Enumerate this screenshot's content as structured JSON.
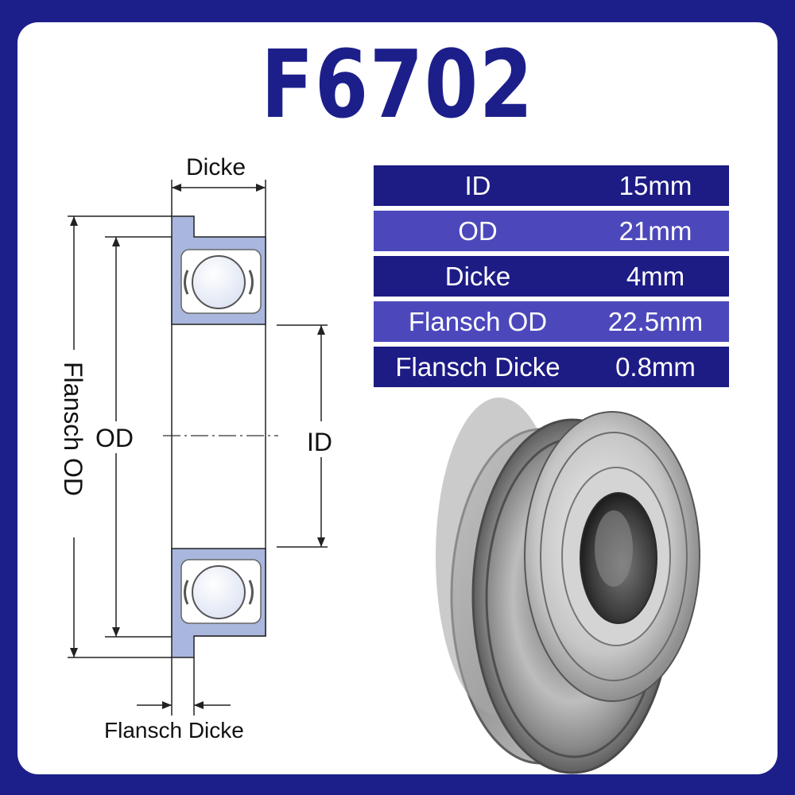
{
  "title": "F6702",
  "specs": [
    {
      "label": "ID",
      "value": "15mm"
    },
    {
      "label": "OD",
      "value": "21mm"
    },
    {
      "label": "Dicke",
      "value": "4mm"
    },
    {
      "label": "Flansch OD",
      "value": "22.5mm"
    },
    {
      "label": "Flansch Dicke",
      "value": "0.8mm"
    }
  ],
  "diagram": {
    "dicke": "Dicke",
    "od": "OD",
    "id": "ID",
    "flansch_od": "Flansch OD",
    "flansch_dicke": "Flansch Dicke"
  },
  "colors": {
    "frame": "#1c1f8a",
    "title": "#1c1f8a",
    "row_dark": "#1d1b84",
    "row_light": "#4c48bb",
    "bearing_fill": "#a9b7de"
  }
}
